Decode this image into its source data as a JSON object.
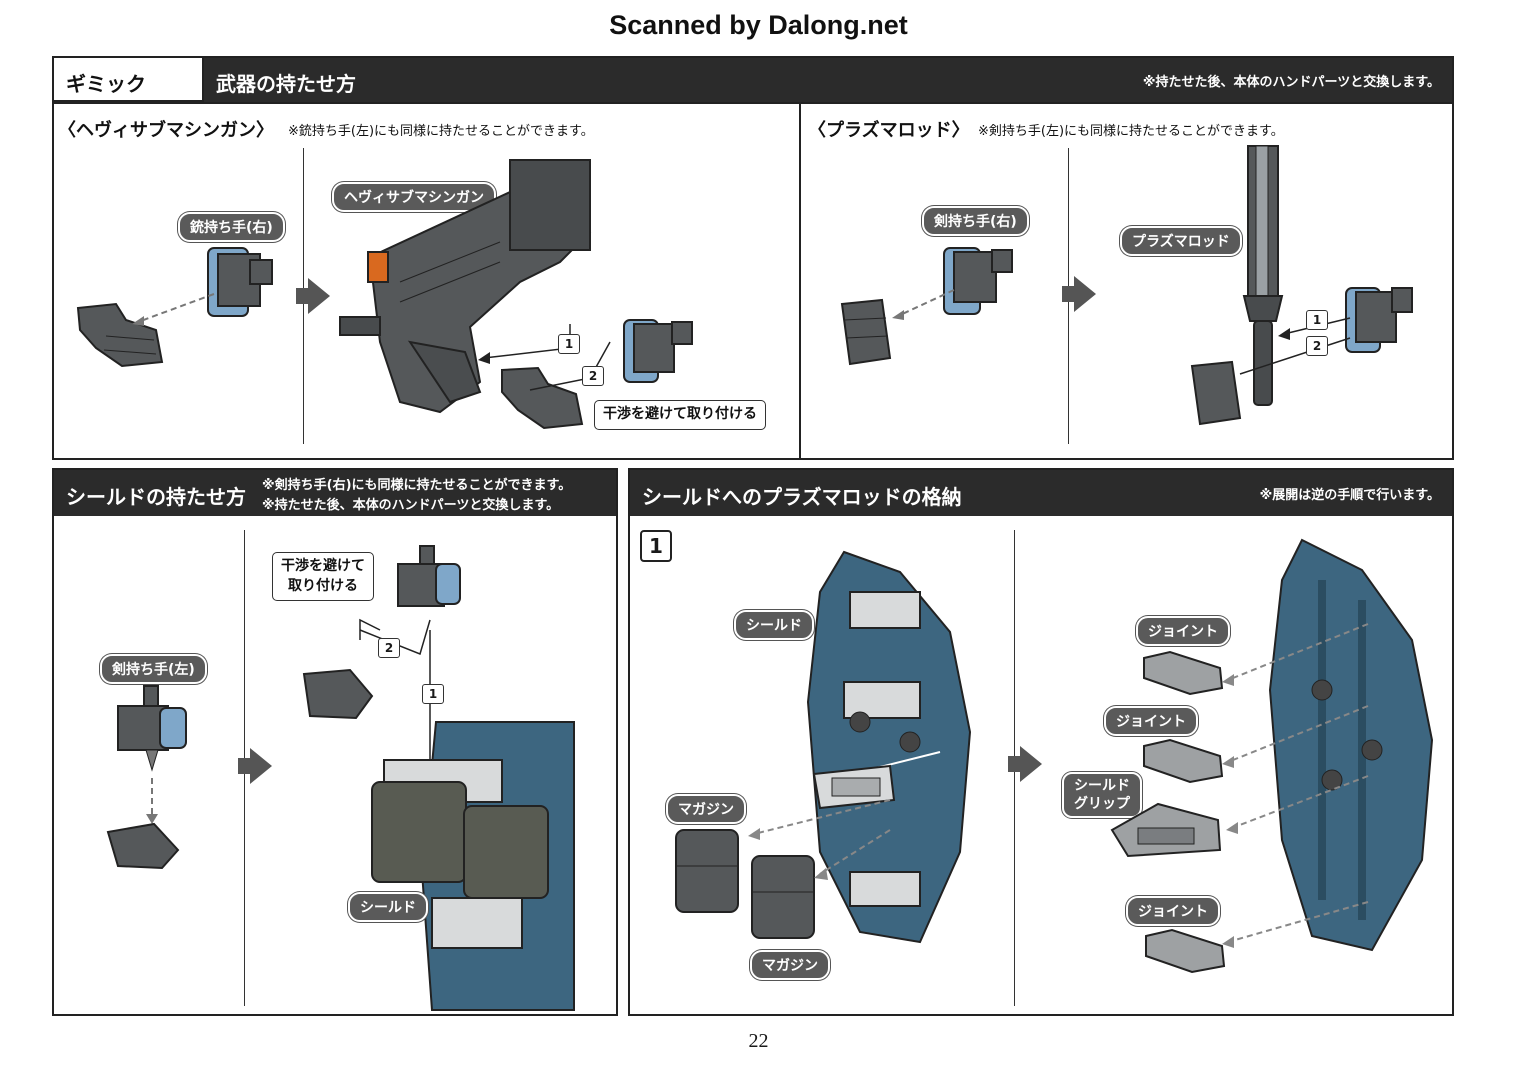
{
  "scan_title": "Scanned by Dalong.net",
  "gimmick": {
    "tag": "ギミック",
    "title": "武器の持たせ方",
    "note": "※持たせた後、本体のハンドパーツと交換します。"
  },
  "smg_section": {
    "title": "〈ヘヴィサブマシンガン〉",
    "note": "※銃持ち手(左)にも同様に持たせることができます。",
    "hand_label": "銃持ち手(右)",
    "weapon_label": "ヘヴィサブマシンガン",
    "callout": "干渉を避けて取り付ける",
    "step1": "1",
    "step2": "2"
  },
  "rod_section": {
    "title": "〈プラズマロッド〉",
    "note": "※剣持ち手(左)にも同様に持たせることができます。",
    "hand_label": "剣持ち手(右)",
    "weapon_label": "プラズマロッド",
    "step1": "1",
    "step2": "2"
  },
  "shield_hold": {
    "title": "シールドの持たせ方",
    "note1": "※剣持ち手(右)にも同様に持たせることができます。",
    "note2": "※持たせた後、本体のハンドパーツと交換します。",
    "hand_label": "剣持ち手(左)",
    "callout_line1": "干渉を避けて",
    "callout_line2": "取り付ける",
    "shield_label": "シールド",
    "step1": "1",
    "step2": "2"
  },
  "storage": {
    "title": "シールドへのプラズマロッドの格納",
    "note": "※展開は逆の手順で行います。",
    "step": "1",
    "shield_label": "シールド",
    "magazine_label_1": "マガジン",
    "magazine_label_2": "マガジン",
    "joint_label_1": "ジョイント",
    "joint_label_2": "ジョイント",
    "grip_label_line1": "シールド",
    "grip_label_line2": "グリップ",
    "joint_label_3": "ジョイント"
  },
  "page_number": "22",
  "colors": {
    "header_bg": "#2b2b2b",
    "shield_blue": "#3d6680",
    "part_grey": "#55585a",
    "hand_blue": "#7fa7c9",
    "accent_orange": "#d9691f"
  }
}
